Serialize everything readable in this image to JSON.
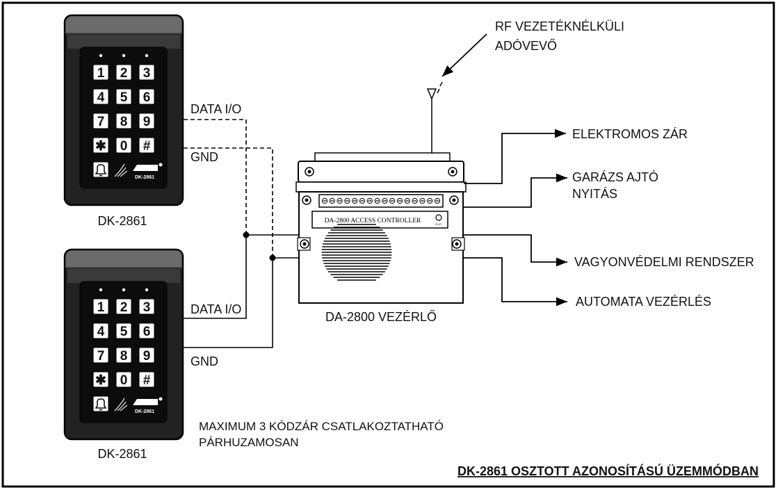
{
  "keypad": {
    "model": "DK-2861",
    "keys": [
      "1",
      "2",
      "3",
      "4",
      "5",
      "6",
      "7",
      "8",
      "9",
      "✱",
      "0",
      "#"
    ],
    "brand_tag": "DK-2861"
  },
  "keypad_top": {
    "label": "DK-2861"
  },
  "keypad_bottom": {
    "label": "DK-2861"
  },
  "wires": {
    "top_data": "DATA I/O",
    "top_gnd": "GND",
    "bottom_data": "DATA I/O",
    "bottom_gnd": "GND"
  },
  "controller": {
    "panel_text": "DA-2800 ACCESS CONTROLLER",
    "exit_text": "EXIT",
    "label": "DA-2800 VEZÉRLŐ"
  },
  "rf": {
    "line1": "RF VEZETÉKNÉLKÜLI",
    "line2": "ADÓVEVŐ"
  },
  "outputs": [
    {
      "line1": "ELEKTROMOS ZÁR",
      "line2": ""
    },
    {
      "line1": "GARÁZS AJTÓ",
      "line2": "NYITÁS"
    },
    {
      "line1": "VAGYONVÉDELMI RENDSZER",
      "line2": ""
    },
    {
      "line1": "AUTOMATA VEZÉRLÉS",
      "line2": ""
    }
  ],
  "note": {
    "line1": "MAXIMUM 3 KÓDZÁR CSATLAKOZTATHATÓ",
    "line2": "PÁRHUZAMOSAN"
  },
  "caption": "DK-2861 OSZTOTT AZONOSÍTÁSÚ ÜZEMMÓDBAN"
}
